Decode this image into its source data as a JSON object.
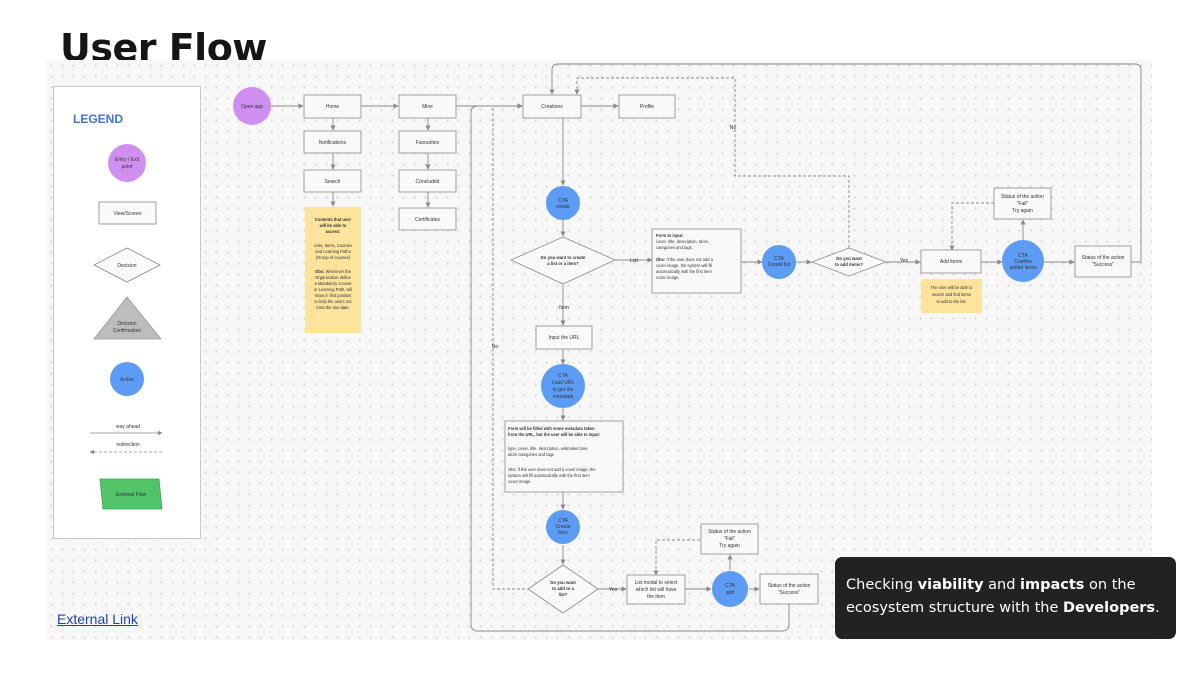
{
  "title": "User Flow",
  "legend": {
    "title": "LEGEND",
    "items": {
      "entry": [
        "Entry / Exit",
        "point"
      ],
      "view": "View/Screen",
      "decision": "Decision",
      "confirmation": [
        "Decision",
        "Confirmation"
      ],
      "action": "Action",
      "way_ahead": "way ahead",
      "redirection": "redirection",
      "external": "External Flow"
    }
  },
  "nodes": {
    "open_app": "Open app",
    "home": "Home",
    "mine": "Mine",
    "creations": "Creations",
    "profile": "Profile",
    "notifications": "Notifications",
    "search": "Search",
    "favourites": "Favourites",
    "concluded": "Concluded",
    "certificates": "Certificates",
    "cta_create": [
      "CTA",
      "create"
    ],
    "decision_list_item": [
      "Do you want to create",
      "a list or a item?"
    ],
    "list_form": {
      "head": "Form to input:",
      "l1": "cover, title, description, tdom,",
      "l2": "categories and tags.",
      "obs": "Obs:",
      "o1": " If the user does not add a",
      "o2": "cover image, the system will fill",
      "o3": "automatically with the first item",
      "o4": "cover image."
    },
    "cta_create_list": [
      "CTA",
      "Create list"
    ],
    "decision_add_items": [
      "Do you want",
      "to add items?"
    ],
    "add_items": "Add items",
    "add_items_note": [
      "The user will be able to",
      "search and find items",
      "to add to the list."
    ],
    "cta_confirm": [
      "CTA",
      "Confirm",
      "added items"
    ],
    "status_fail_top": [
      "Status of the action",
      "\"Fail\"",
      "Try again"
    ],
    "status_success_top": [
      "Status of the action",
      "\"Success\""
    ],
    "input_url": "Input the URL",
    "cta_load_url": [
      "CTA",
      "Load URL",
      "to get the",
      "metadata"
    ],
    "url_form": {
      "b1": "Form will be filled with some metadata taken",
      "b2": "from the URL, but the user will be able to input:",
      "l1": "type, cover, title, description, estimated time,",
      "l2": "tdom categories and tags",
      "o1": "Obs: If the user does not add a cover image, the",
      "o2": "system will fill automatically with the first item",
      "o3": "cover image."
    },
    "cta_create_item": [
      "CTA",
      "Create",
      "item"
    ],
    "decision_add_to_list": [
      "Do you want",
      "to add to a",
      "list?"
    ],
    "list_modal": [
      "List modal to select",
      "which list will have",
      "the item"
    ],
    "cta_add": [
      "CTA",
      "add"
    ],
    "status_fail_bottom": [
      "Status of the action",
      "\"Fail\"",
      "Try again"
    ],
    "status_success_bottom": [
      "Status of the action",
      "\"Success\""
    ],
    "search_note": {
      "t1": "Contents that user",
      "t2": "will be able to",
      "t3": "access:",
      "c1": "Lists, Items, Courses",
      "c2": "and Learning Paths",
      "c3": "(Group of courses)",
      "obs": "Obs:",
      "o1": " Whenever the",
      "o2": "Organization define",
      "o3": "a Mandatory Course",
      "o4": "or Learning Path, will",
      "o5": "show in first position",
      "o6": "to help the users not",
      "o7": "miss the due date."
    }
  },
  "edge_labels": {
    "list": "List",
    "item": "Item",
    "yes_add_items": "Yes",
    "no_top": "No",
    "no_left": "No",
    "yes_bottom": "Yes"
  },
  "external_link": "External Link",
  "callout": {
    "p1": "Checking ",
    "b1": "viability",
    "p2": " and ",
    "b2": "impacts",
    "p3": " on the",
    "p4": "ecosystem structure with the ",
    "b3": "Developers",
    "p5": "."
  },
  "colors": {
    "entry": "#cf8ff0",
    "action": "#5d9cf5",
    "note": "#fde39b",
    "external": "#52c46a",
    "confirmation": "#bdbdbd",
    "callout_bg": "#222222"
  }
}
